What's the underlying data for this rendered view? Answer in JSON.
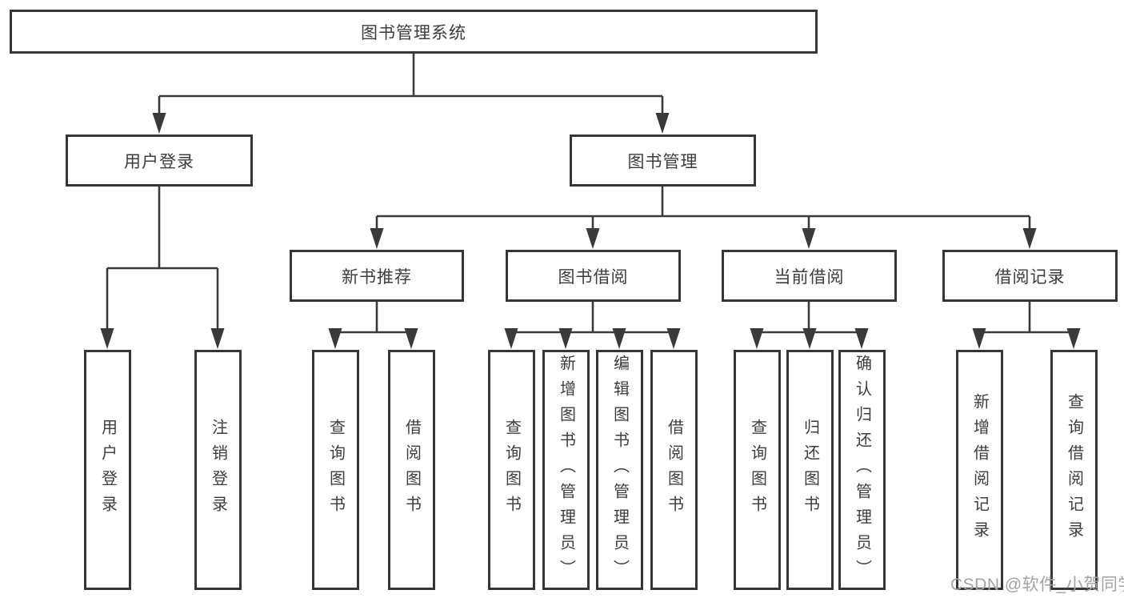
{
  "tree": {
    "root": {
      "label": "图书管理系统"
    },
    "branches": [
      {
        "label": "用户登录",
        "children": [
          {
            "label": "用户登录"
          },
          {
            "label": "注销登录"
          }
        ]
      },
      {
        "label": "图书管理",
        "children": [
          {
            "label": "新书推荐",
            "children": [
              {
                "label": "查询图书"
              },
              {
                "label": "借阅图书"
              }
            ]
          },
          {
            "label": "图书借阅",
            "children": [
              {
                "label": "查询图书"
              },
              {
                "label": "新增图书（管理员）"
              },
              {
                "label": "编辑图书（管理员）"
              },
              {
                "label": "借阅图书"
              }
            ]
          },
          {
            "label": "当前借阅",
            "children": [
              {
                "label": "查询图书"
              },
              {
                "label": "归还图书"
              },
              {
                "label": "确认归还（管理员）"
              }
            ]
          },
          {
            "label": "借阅记录",
            "children": [
              {
                "label": "新增借阅记录"
              },
              {
                "label": "查询借阅记录"
              }
            ]
          }
        ]
      }
    ]
  },
  "watermark": {
    "text": "CSDN @软件_小贺同学"
  },
  "colors": {
    "line": "#3a3a3a",
    "box_border": "#363636",
    "text": "#3d3d3d",
    "watermark": "#a3a3a3",
    "background": "#ffffff"
  }
}
